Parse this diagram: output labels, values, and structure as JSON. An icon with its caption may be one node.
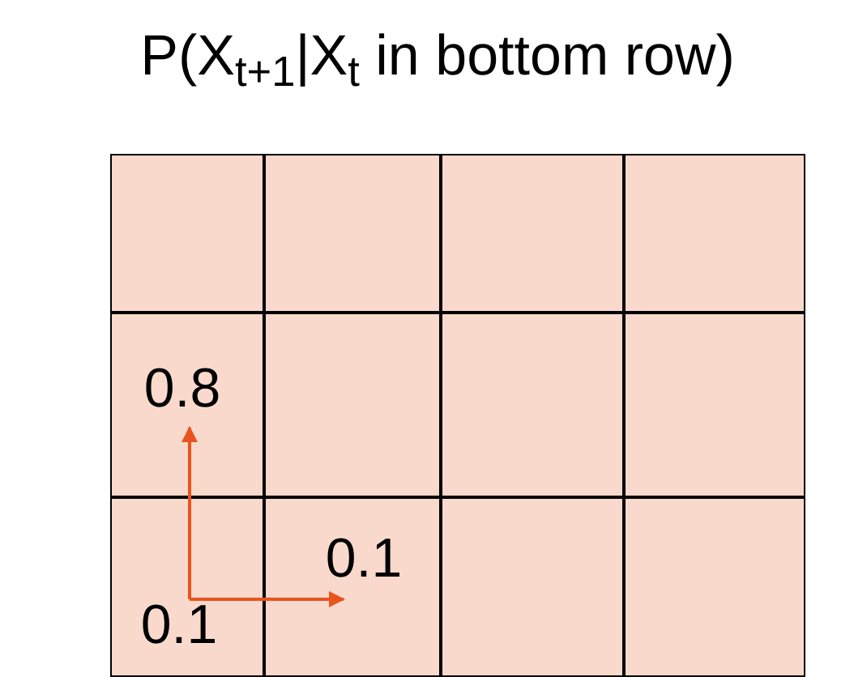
{
  "diagram": {
    "title": "P(X$_{t+1}$|X$_{t}$ in bottom row)",
    "nodes": [
      {
        "text": [],
        "shape": "box"
      },
      {
        "text": [],
        "shape": "box"
      },
      {
        "text": [],
        "shape": "box"
      },
      {
        "text": [],
        "shape": "box"
      },
      {
        "text": [],
        "shape": "box"
      },
      {
        "text": [],
        "shape": "box"
      },
      {
        "text": [],
        "shape": "box"
      },
      {
        "text": [],
        "shape": "box"
      },
      {
        "text": [],
        "shape": "box"
      },
      {
        "text": [],
        "shape": "box"
      },
      {
        "text": [],
        "shape": "box"
      },
      {
        "text": [],
        "shape": "box"
      },
      {
        "text": [
          "0.8"
        ],
        "in": 4
      },
      {
        "text": [
          "0.1"
        ],
        "in": 9
      },
      {
        "text": [
          "0.1"
        ],
        "in": 8
      }
    ],
    "edges": [
      {
        "from": 14,
        "to": 12,
        "arrow": "to",
        "color": "#e8541e"
      },
      {
        "from": 14,
        "to": 13,
        "arrow": "to",
        "color": "#e8541e"
      }
    ]
  }
}
